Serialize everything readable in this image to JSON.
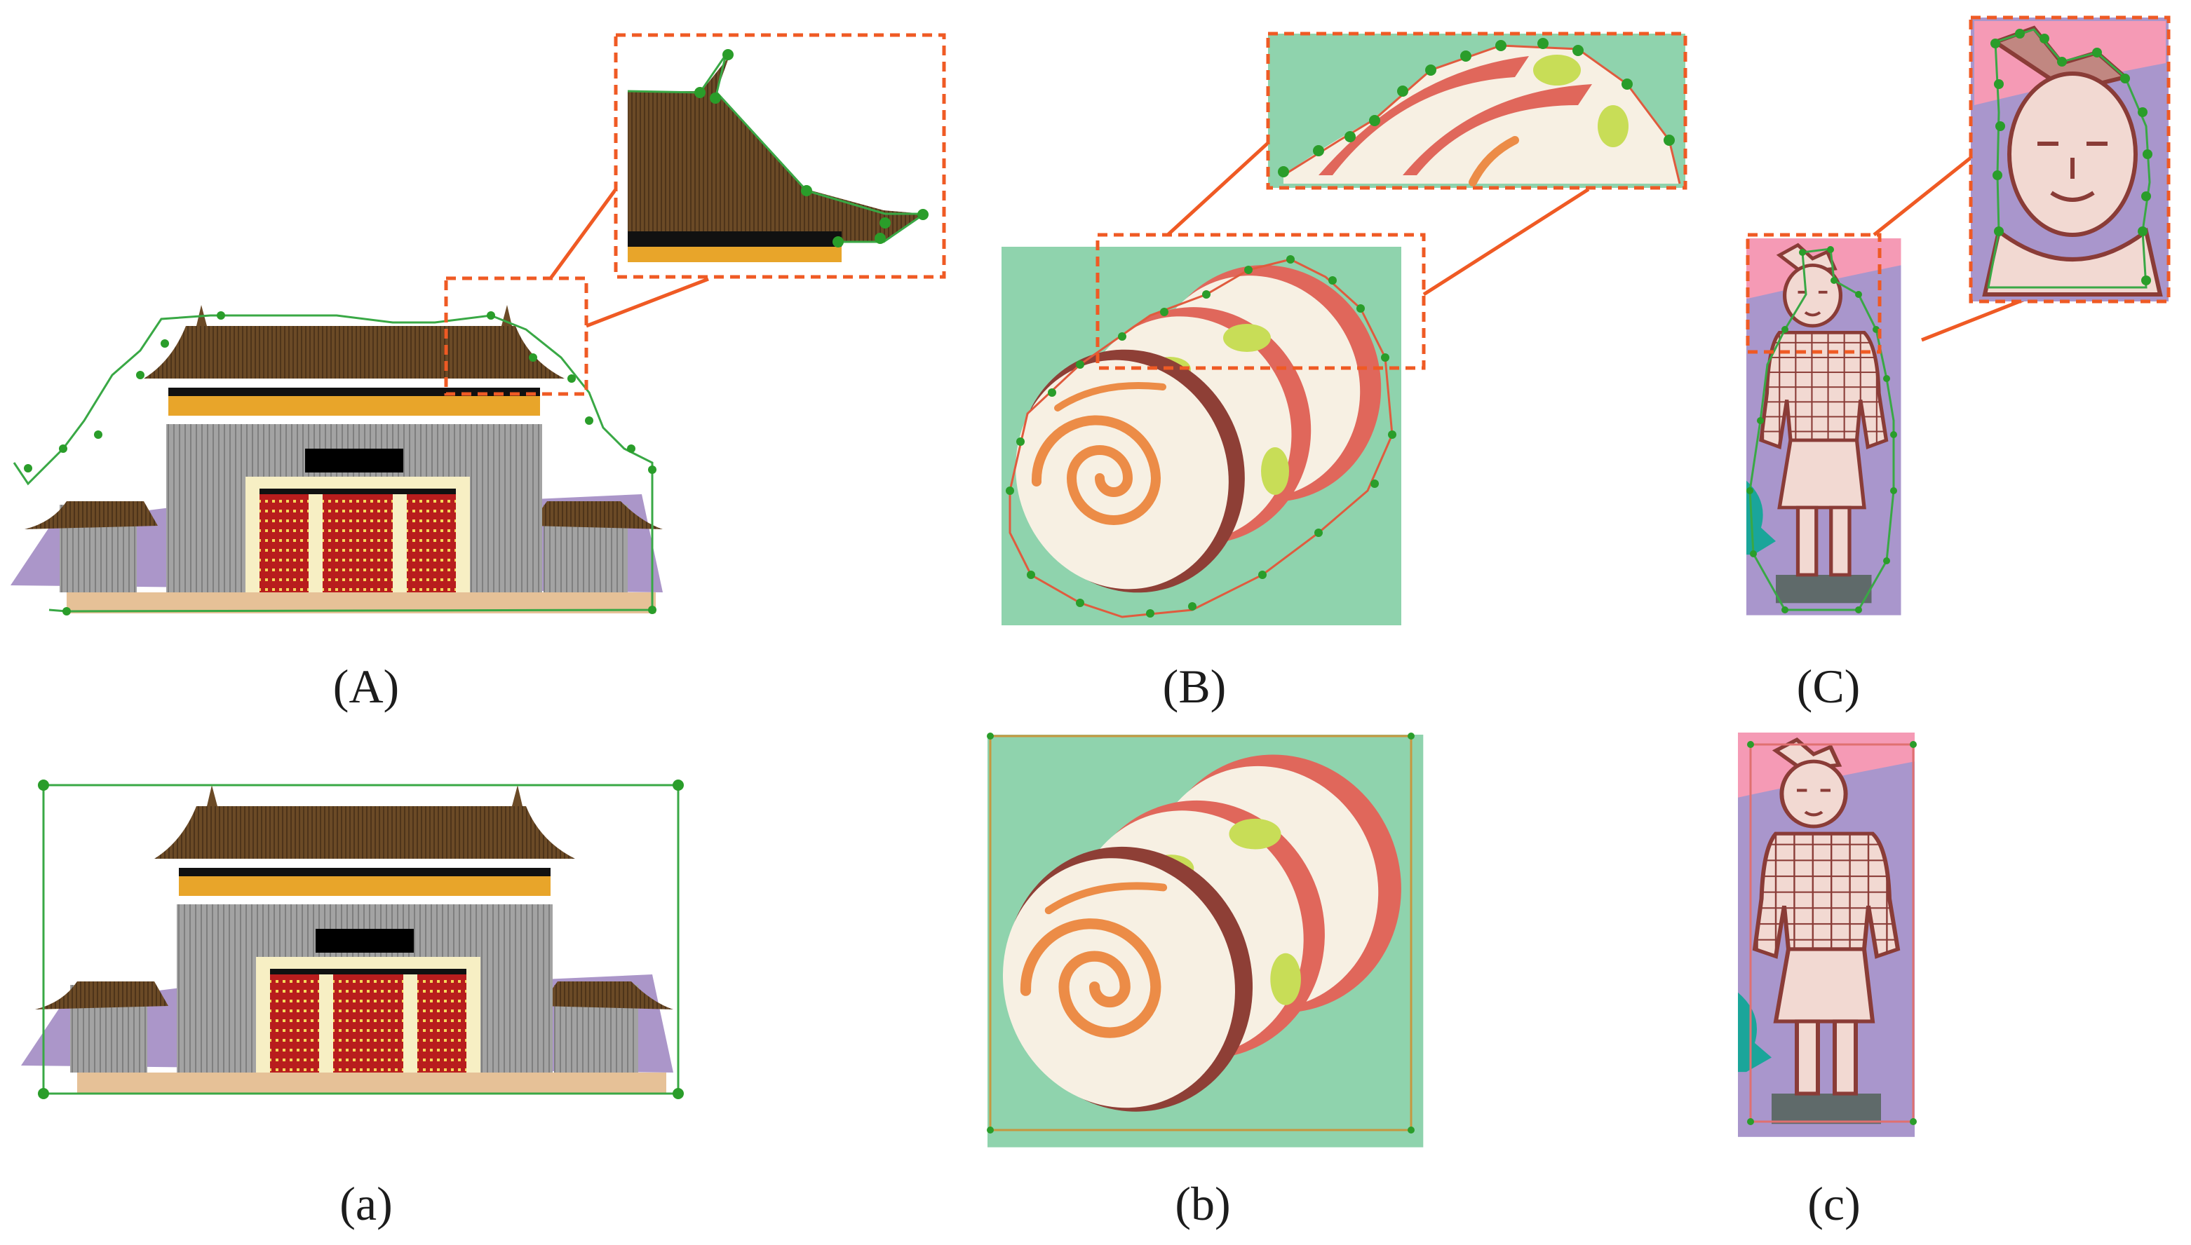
{
  "figure": {
    "panels": [
      {
        "id": "A",
        "label": "(A)",
        "subject": "temple with convex-hull control points and zoomed roof corner"
      },
      {
        "id": "B",
        "label": "(B)",
        "subject": "rolled pancake slices with convex-hull control points and zoomed edge"
      },
      {
        "id": "C",
        "label": "(C)",
        "subject": "terracotta warrior with convex-hull control points and zoomed head"
      },
      {
        "id": "a",
        "label": "(a)",
        "subject": "temple with bounding box"
      },
      {
        "id": "b",
        "label": "(b)",
        "subject": "rolled pancake slices with bounding box"
      },
      {
        "id": "c",
        "label": "(c)",
        "subject": "terracotta warrior with bounding box"
      }
    ]
  },
  "colors": {
    "control_point": "#2a9d2a",
    "outline": "#39a845",
    "zoom_box": "#ef5a24",
    "bbox_red": "#e07070",
    "roof": "#6b4a26",
    "gold_band": "#e8a52a",
    "wall_gray": "#9a9a9a",
    "door_red": "#b81d1d",
    "cream": "#f7efc4",
    "lavender": "#ab96c9",
    "pancake_bg": "#8fd3ad",
    "pancake": "#f7f0e3",
    "sauce": "#ec8c47",
    "ham": "#e0675b",
    "lettuce": "#c8dd57",
    "pink_bg": "#f59ab5",
    "purple_bg": "#a996cc",
    "warrior_body": "#f2d9d2",
    "warrior_line": "#8a3c37",
    "teal": "#1aa59a",
    "pedestal": "#5f6a6a"
  }
}
